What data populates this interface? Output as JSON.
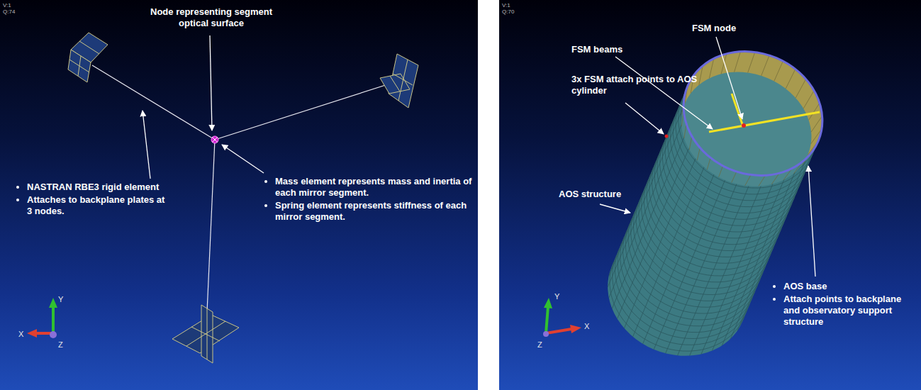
{
  "diagram": {
    "labels": [
      "V:1",
      "Q:74",
      "Node representing segment optical surface",
      "NASTRAN RBE3 rigid element",
      "Attaches to backplane plates at 3 nodes.",
      "Mass element represents mass and inertia of each mirror segment.",
      "Spring element represents stiffness of each mirror segment.",
      "Y",
      "X",
      "Z",
      "V:1",
      "Q:70",
      "FSM node",
      "FSM beams",
      "3x FSM attach points to AOS cylinder",
      "AOS structure",
      "AOS base",
      "Attach points to backplane and observatory support structure",
      "Y",
      "Z",
      "X"
    ]
  }
}
